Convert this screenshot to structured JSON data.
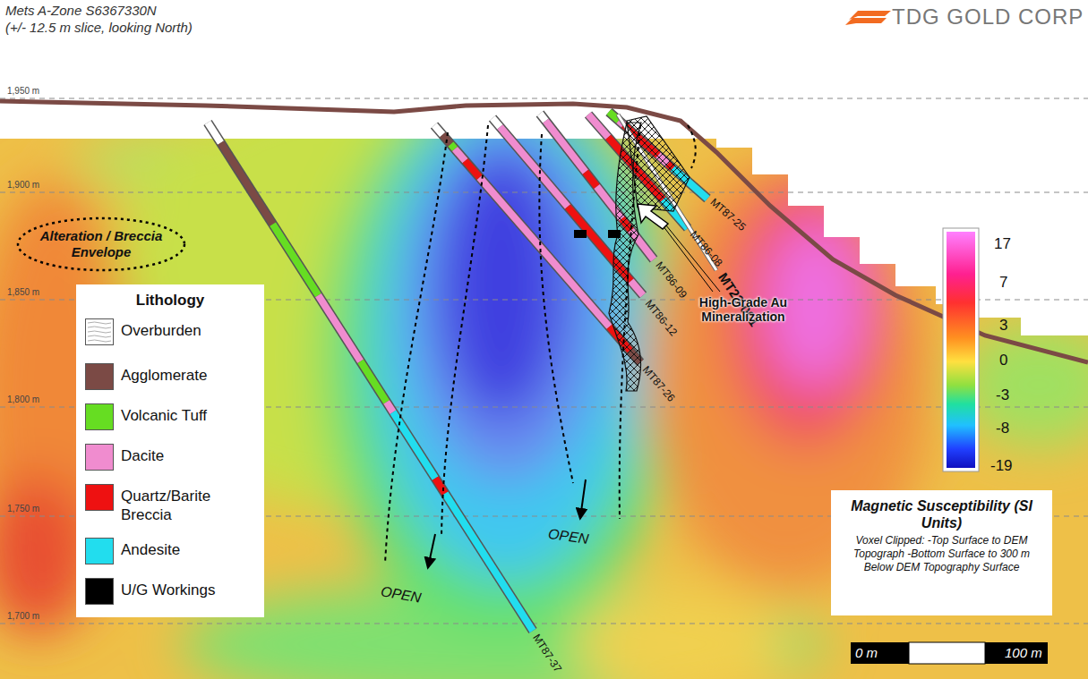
{
  "diagram": {
    "title": "Mets A-Zone S6367330N",
    "nodes": [
      {
        "text": [
          "Alteration / Breccia Envelope"
        ]
      },
      {
        "text": [
          "Magnetic Susceptibility (SI Units)",
          "Voxel Clipped: -Top Surface to DEM Topograph -Bottom Surface to 300 m Below DEM Topography Surface"
        ]
      }
    ],
    "labels": [
      "(+/- 12.5 m slice, looking North)",
      "TDG GOLD CORP",
      "1,950 m",
      "1,900 m",
      "1,850 m",
      "1,800 m",
      "1,750 m",
      "1,700 m",
      "MT87-25",
      "MT86-08",
      "MT23-001",
      "MT86-09",
      "MT86-12",
      "MT87-26",
      "MT87-37",
      "High-Grade Au Mineralization",
      "OPEN",
      "OPEN",
      "17",
      "7",
      "3",
      "0",
      "-3",
      "-8",
      "-19",
      "0 m",
      "100 m",
      "Lithology"
    ],
    "legend": [
      {
        "text": "Overburden"
      },
      {
        "text": "Agglomerate",
        "color": "#7b4a45"
      },
      {
        "text": "Volcanic Tuff",
        "color": "#66dd22"
      },
      {
        "text": "Dacite",
        "color": "#f08ccf"
      },
      {
        "text": "Quartz/Barite Breccia",
        "color": "#ee1111"
      },
      {
        "text": "Andesite",
        "color": "#22ddee"
      },
      {
        "text": "U/G Workings",
        "color": "#000000"
      }
    ]
  }
}
